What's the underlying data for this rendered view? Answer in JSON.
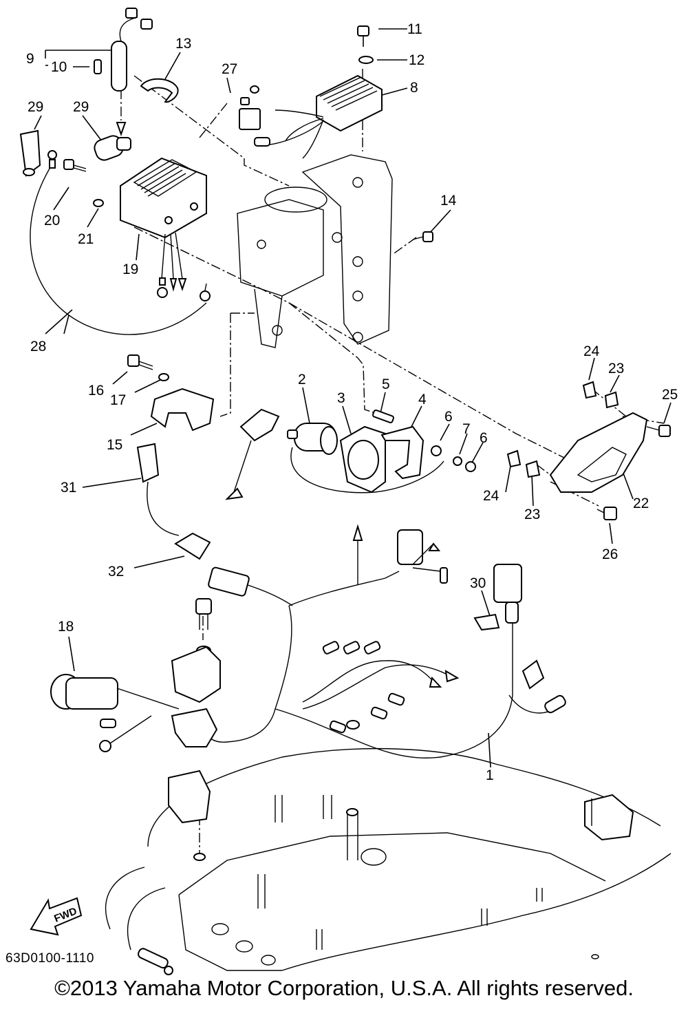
{
  "diagram_code": "63D0100-1110",
  "copyright": "©2013 Yamaha Motor Corporation, U.S.A. All rights reserved.",
  "fwd_label": "FWD",
  "callouts": {
    "c1": "1",
    "c2": "2",
    "c3": "3",
    "c4": "4",
    "c5": "5",
    "c6a": "6",
    "c6b": "6",
    "c7": "7",
    "c8": "8",
    "c9": "9",
    "c10": "10",
    "c11": "11",
    "c12": "12",
    "c13": "13",
    "c14": "14",
    "c15": "15",
    "c16": "16",
    "c17": "17",
    "c18": "18",
    "c19": "19",
    "c20": "20",
    "c21": "21",
    "c22": "22",
    "c23a": "23",
    "c23b": "23",
    "c24a": "24",
    "c24b": "24",
    "c25": "25",
    "c26": "26",
    "c27": "27",
    "c28": "28",
    "c29a": "29",
    "c29b": "29",
    "c30": "30",
    "c31": "31",
    "c32": "32"
  }
}
